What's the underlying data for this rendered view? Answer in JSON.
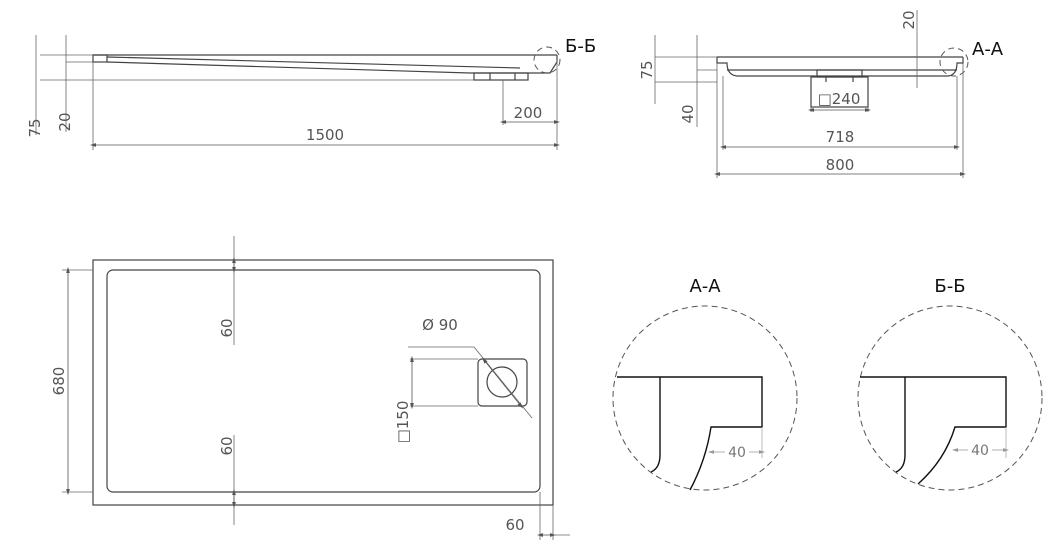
{
  "side_view_length": {
    "dims": {
      "total_height": "75",
      "edge_height": "20",
      "length": "1500",
      "drain_offset": "200"
    },
    "section_callout": "Б-Б"
  },
  "side_view_width": {
    "dims": {
      "total_height": "75",
      "drain_depth": "40",
      "rim": "20",
      "inner_width": "718",
      "width": "800",
      "drain_size": "□240"
    },
    "section_callout": "А-А"
  },
  "plan_view": {
    "dims": {
      "width": "680",
      "margin_top": "60",
      "margin_bottom": "60",
      "margin_right": "60",
      "drain_diameter": "Ø 90",
      "drain_square": "□150"
    }
  },
  "details": [
    {
      "title": "А-А",
      "dim": "40"
    },
    {
      "title": "Б-Б",
      "dim": "40"
    }
  ]
}
